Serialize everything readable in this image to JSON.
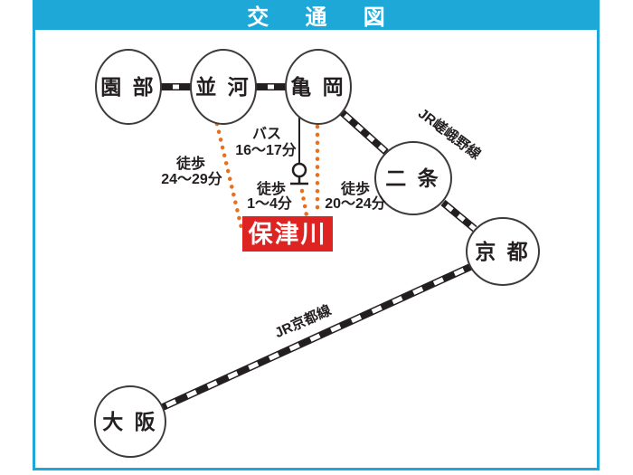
{
  "title": "交 通 図",
  "colors": {
    "frame_cyan": "#1da8d8",
    "destination_red": "#dd2423",
    "walk_orange": "#e8701d",
    "ink": "#231f20"
  },
  "stations": [
    {
      "name": "sonobe",
      "label": "園 部"
    },
    {
      "name": "namikawa",
      "label": "並 河"
    },
    {
      "name": "kameoka",
      "label": "亀 岡"
    },
    {
      "name": "nijo",
      "label": "二 条"
    },
    {
      "name": "kyoto",
      "label": "京 都"
    },
    {
      "name": "osaka",
      "label": "大 阪"
    }
  ],
  "destination": {
    "label": "保津川"
  },
  "rail_lines": [
    {
      "name": "jr-sagano-line",
      "label": "JR嵯峨野線"
    },
    {
      "name": "jr-kyoto-line",
      "label": "JR京都線"
    }
  ],
  "routes": [
    {
      "name": "walk-from-namikawa",
      "mode": "徒歩",
      "time": "24〜29分"
    },
    {
      "name": "bus-from-kameoka",
      "mode": "バス",
      "time": "16〜17分"
    },
    {
      "name": "walk-from-bus-stop",
      "mode": "徒歩",
      "time": "1〜4分"
    },
    {
      "name": "walk-from-kameoka",
      "mode": "徒歩",
      "time": "20〜24分"
    }
  ]
}
